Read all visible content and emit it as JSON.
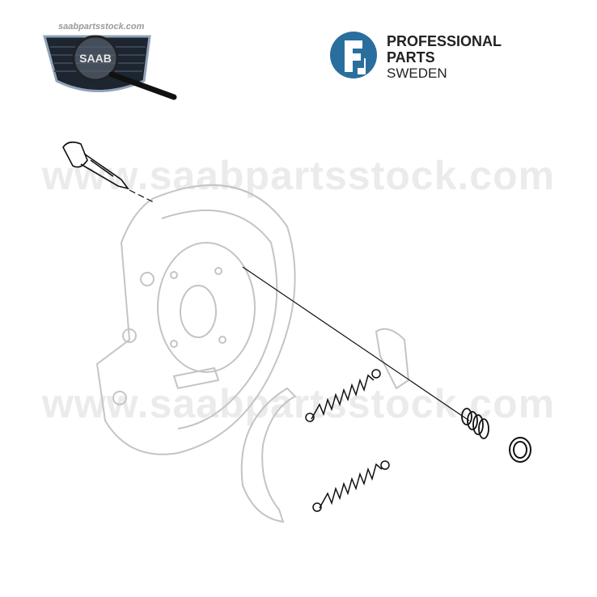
{
  "logos": {
    "saab_logo": {
      "url_text": "saabpartsstock.com",
      "badge_text": "SAAB"
    },
    "pps_logo": {
      "line1": "PROFESSIONAL",
      "line2": "PARTS",
      "line3": "SWEDEN",
      "color": "#2a6e9e"
    }
  },
  "watermark": {
    "text": "www.saabpartsstock.com"
  },
  "colors": {
    "part_line": "#111111",
    "background_part": "#c8c8c8"
  }
}
